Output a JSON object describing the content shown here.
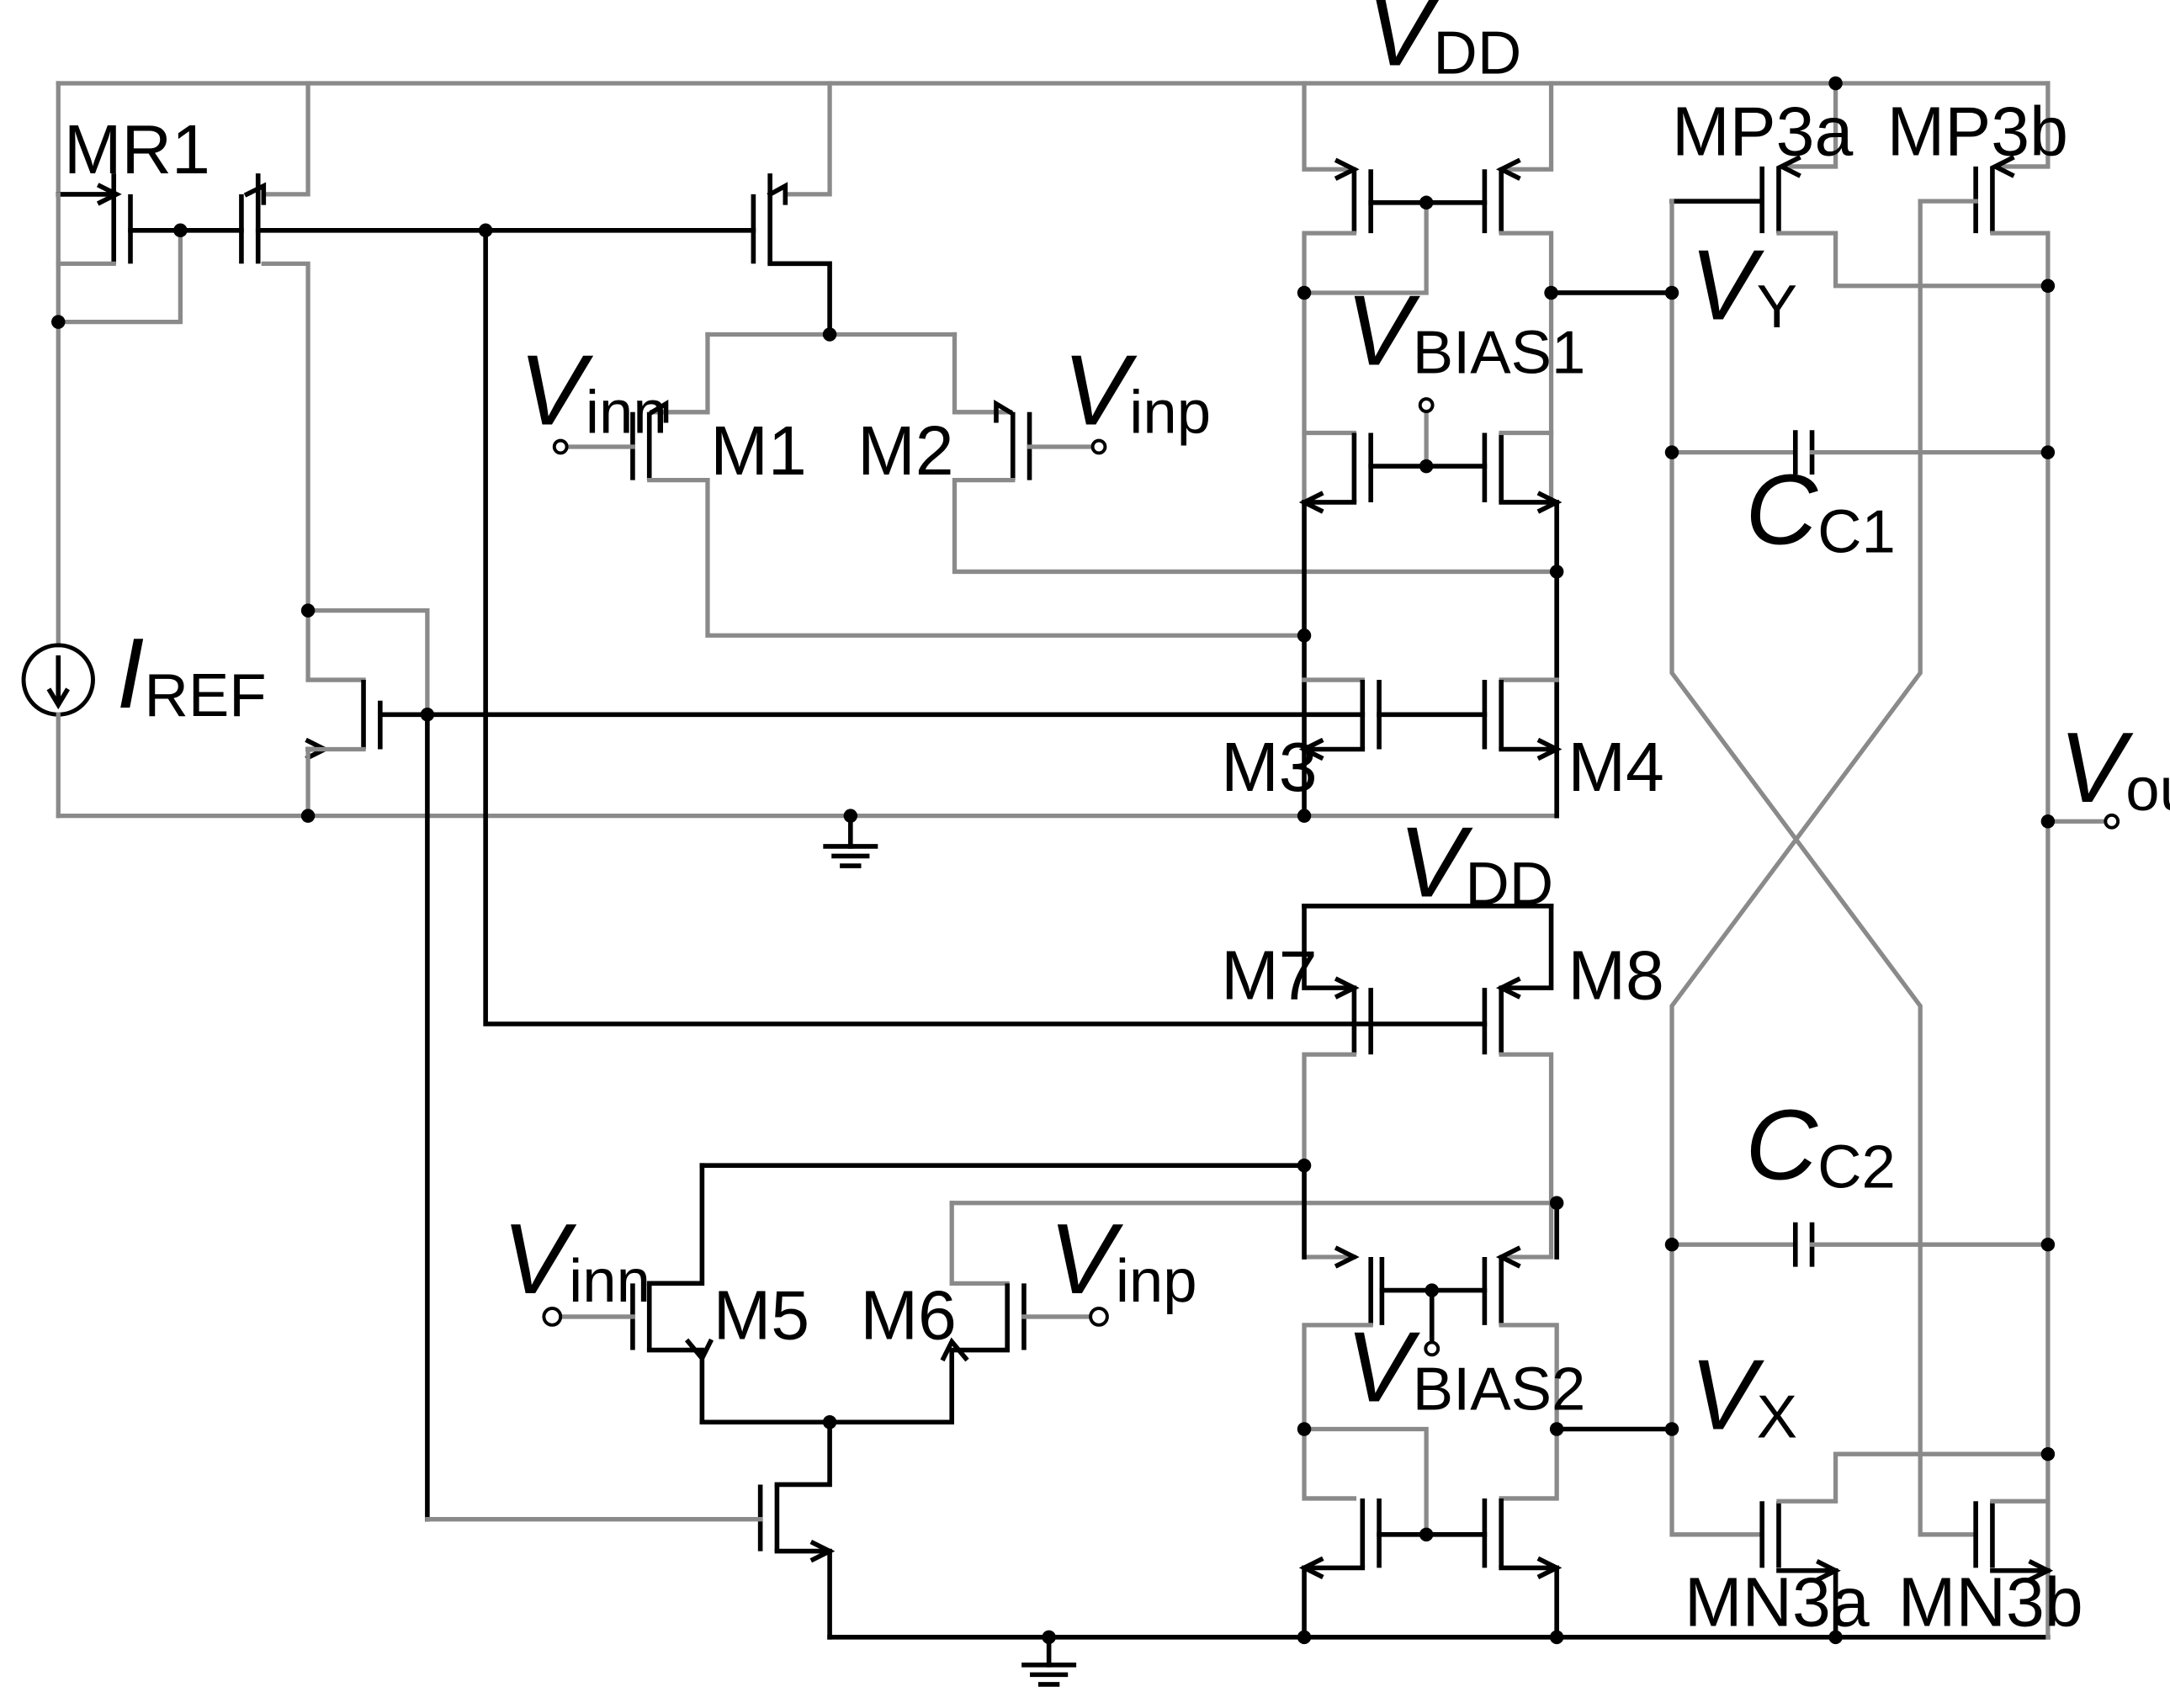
{
  "rails": {
    "vdd_top": {
      "main": "V",
      "sub": "DD"
    },
    "vdd_mid": {
      "main": "V",
      "sub": "DD"
    }
  },
  "transistors": {
    "mr1": "MR1",
    "m1": "M1",
    "m2": "M2",
    "m3": "M3",
    "m4": "M4",
    "m5": "M5",
    "m6": "M6",
    "m7": "M7",
    "m8": "M8",
    "mp3a": "MP3a",
    "mp3b": "MP3b",
    "mn3a": "MN3a",
    "mn3b": "MN3b"
  },
  "nodes": {
    "vinn_top": {
      "main": "V",
      "sub": "inn"
    },
    "vinp_top": {
      "main": "V",
      "sub": "inp"
    },
    "vinn_bot": {
      "main": "V",
      "sub": "inn"
    },
    "vinp_bot": {
      "main": "V",
      "sub": "inp"
    },
    "vbias1": {
      "main": "V",
      "sub": "BIAS1"
    },
    "vbias2": {
      "main": "V",
      "sub": "BIAS2"
    },
    "vy": {
      "main": "V",
      "sub": "Y"
    },
    "vx": {
      "main": "V",
      "sub": "X"
    },
    "vout": {
      "main": "V",
      "sub": "out"
    }
  },
  "sources": {
    "iref": {
      "main": "I",
      "sub": "REF"
    }
  },
  "capacitors": {
    "cc1": {
      "main": "C",
      "sub": "C1"
    },
    "cc2": {
      "main": "C",
      "sub": "C2"
    }
  },
  "colors": {
    "wire_primary": "#000000",
    "wire_secondary": "#8a8a8a",
    "background": "#ffffff"
  }
}
